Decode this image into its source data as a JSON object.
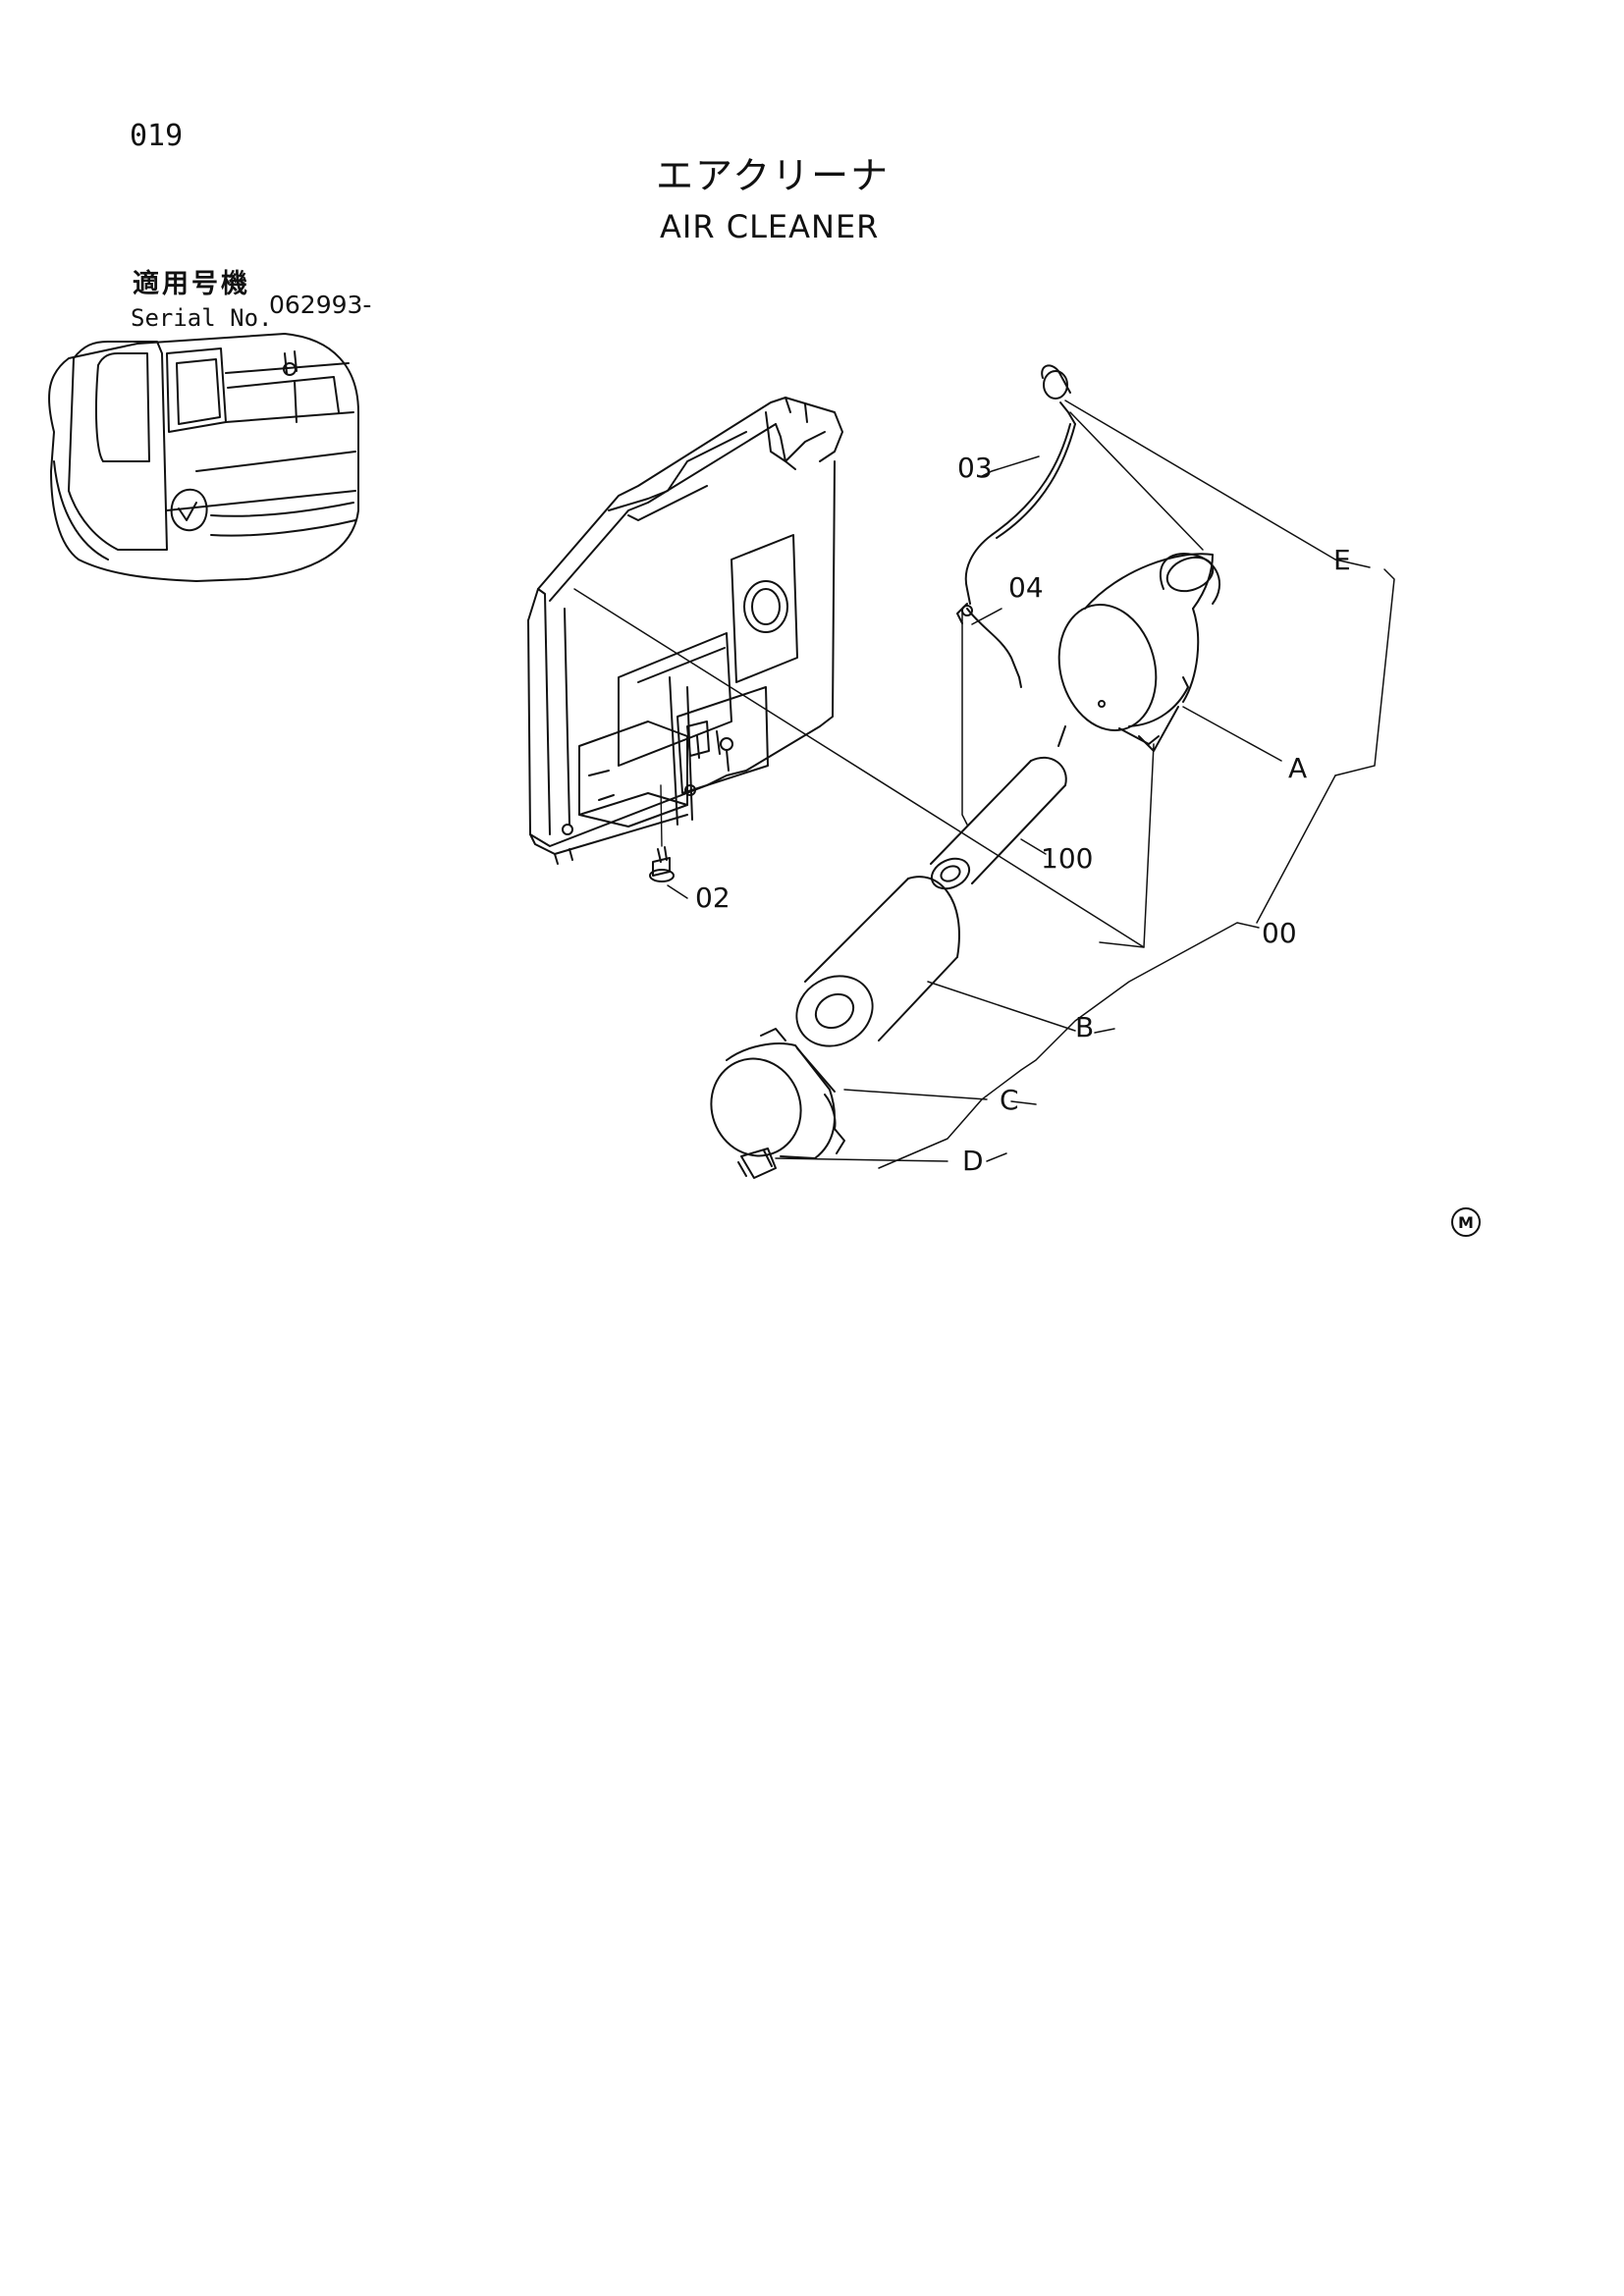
{
  "page": {
    "number": "019",
    "title_jp": "エアクリーナ",
    "title_en": "AIR CLEANER",
    "serial_label_jp": "適用号機",
    "serial_label_en": "Serial No.",
    "serial_value": "062993-"
  },
  "callouts": [
    "03",
    "04",
    "E",
    "A",
    "100",
    "02",
    "00",
    "B",
    "C",
    "D"
  ],
  "mark_letter": "M"
}
